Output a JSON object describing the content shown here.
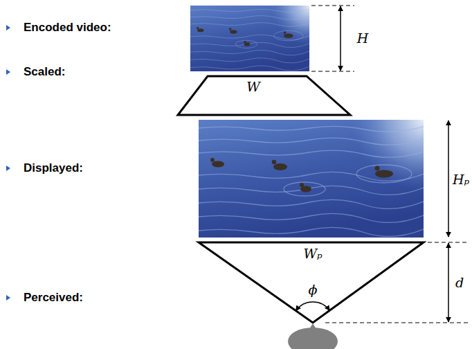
{
  "diagram": {
    "labels": [
      "Encoded video:",
      "H",
      "Scaled:",
      "W",
      "Displayed:",
      "Hₚ",
      "Wₚ",
      "ϕ",
      "d",
      "Perceived:"
    ]
  }
}
